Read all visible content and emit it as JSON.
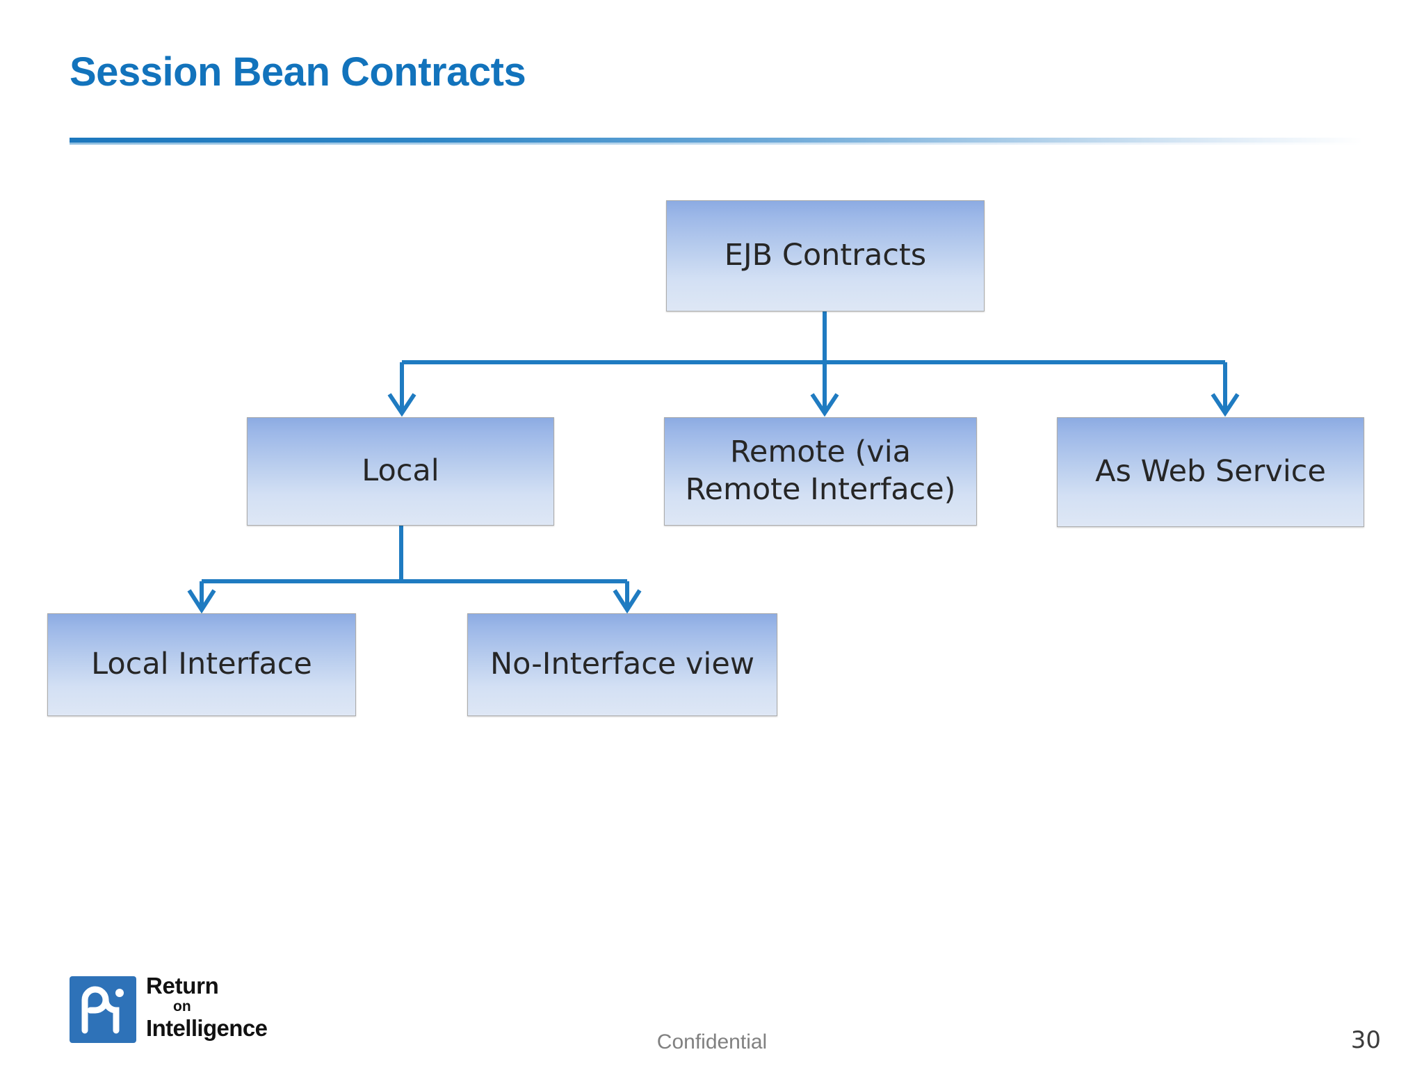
{
  "slide": {
    "title": "Session Bean Contracts",
    "accent_color": "#1273BC",
    "connector_color": "#1F7BC1",
    "node_border_color": "#ABABAB",
    "node_text_color": "#262626",
    "background": "#FFFFFF"
  },
  "diagram": {
    "type": "tree",
    "nodes": [
      {
        "id": "ejb",
        "label": "EJB Contracts"
      },
      {
        "id": "local",
        "label": "Local"
      },
      {
        "id": "remote",
        "label": "Remote (via\nRemote Interface)"
      },
      {
        "id": "webservice",
        "label": "As Web Service"
      },
      {
        "id": "localiface",
        "label": "Local Interface"
      },
      {
        "id": "nointer",
        "label": "No-Interface view"
      }
    ],
    "edges": [
      {
        "from": "ejb",
        "to": "local"
      },
      {
        "from": "ejb",
        "to": "remote"
      },
      {
        "from": "ejb",
        "to": "webservice"
      },
      {
        "from": "local",
        "to": "localiface"
      },
      {
        "from": "local",
        "to": "nointer"
      }
    ]
  },
  "footer": {
    "logo": {
      "mark_text": "Ri",
      "line1": "Return",
      "line2": "on",
      "line3": "Intelligence",
      "mark_color": "#2E72B8"
    },
    "confidential": "Confidential",
    "page_number": "30"
  }
}
